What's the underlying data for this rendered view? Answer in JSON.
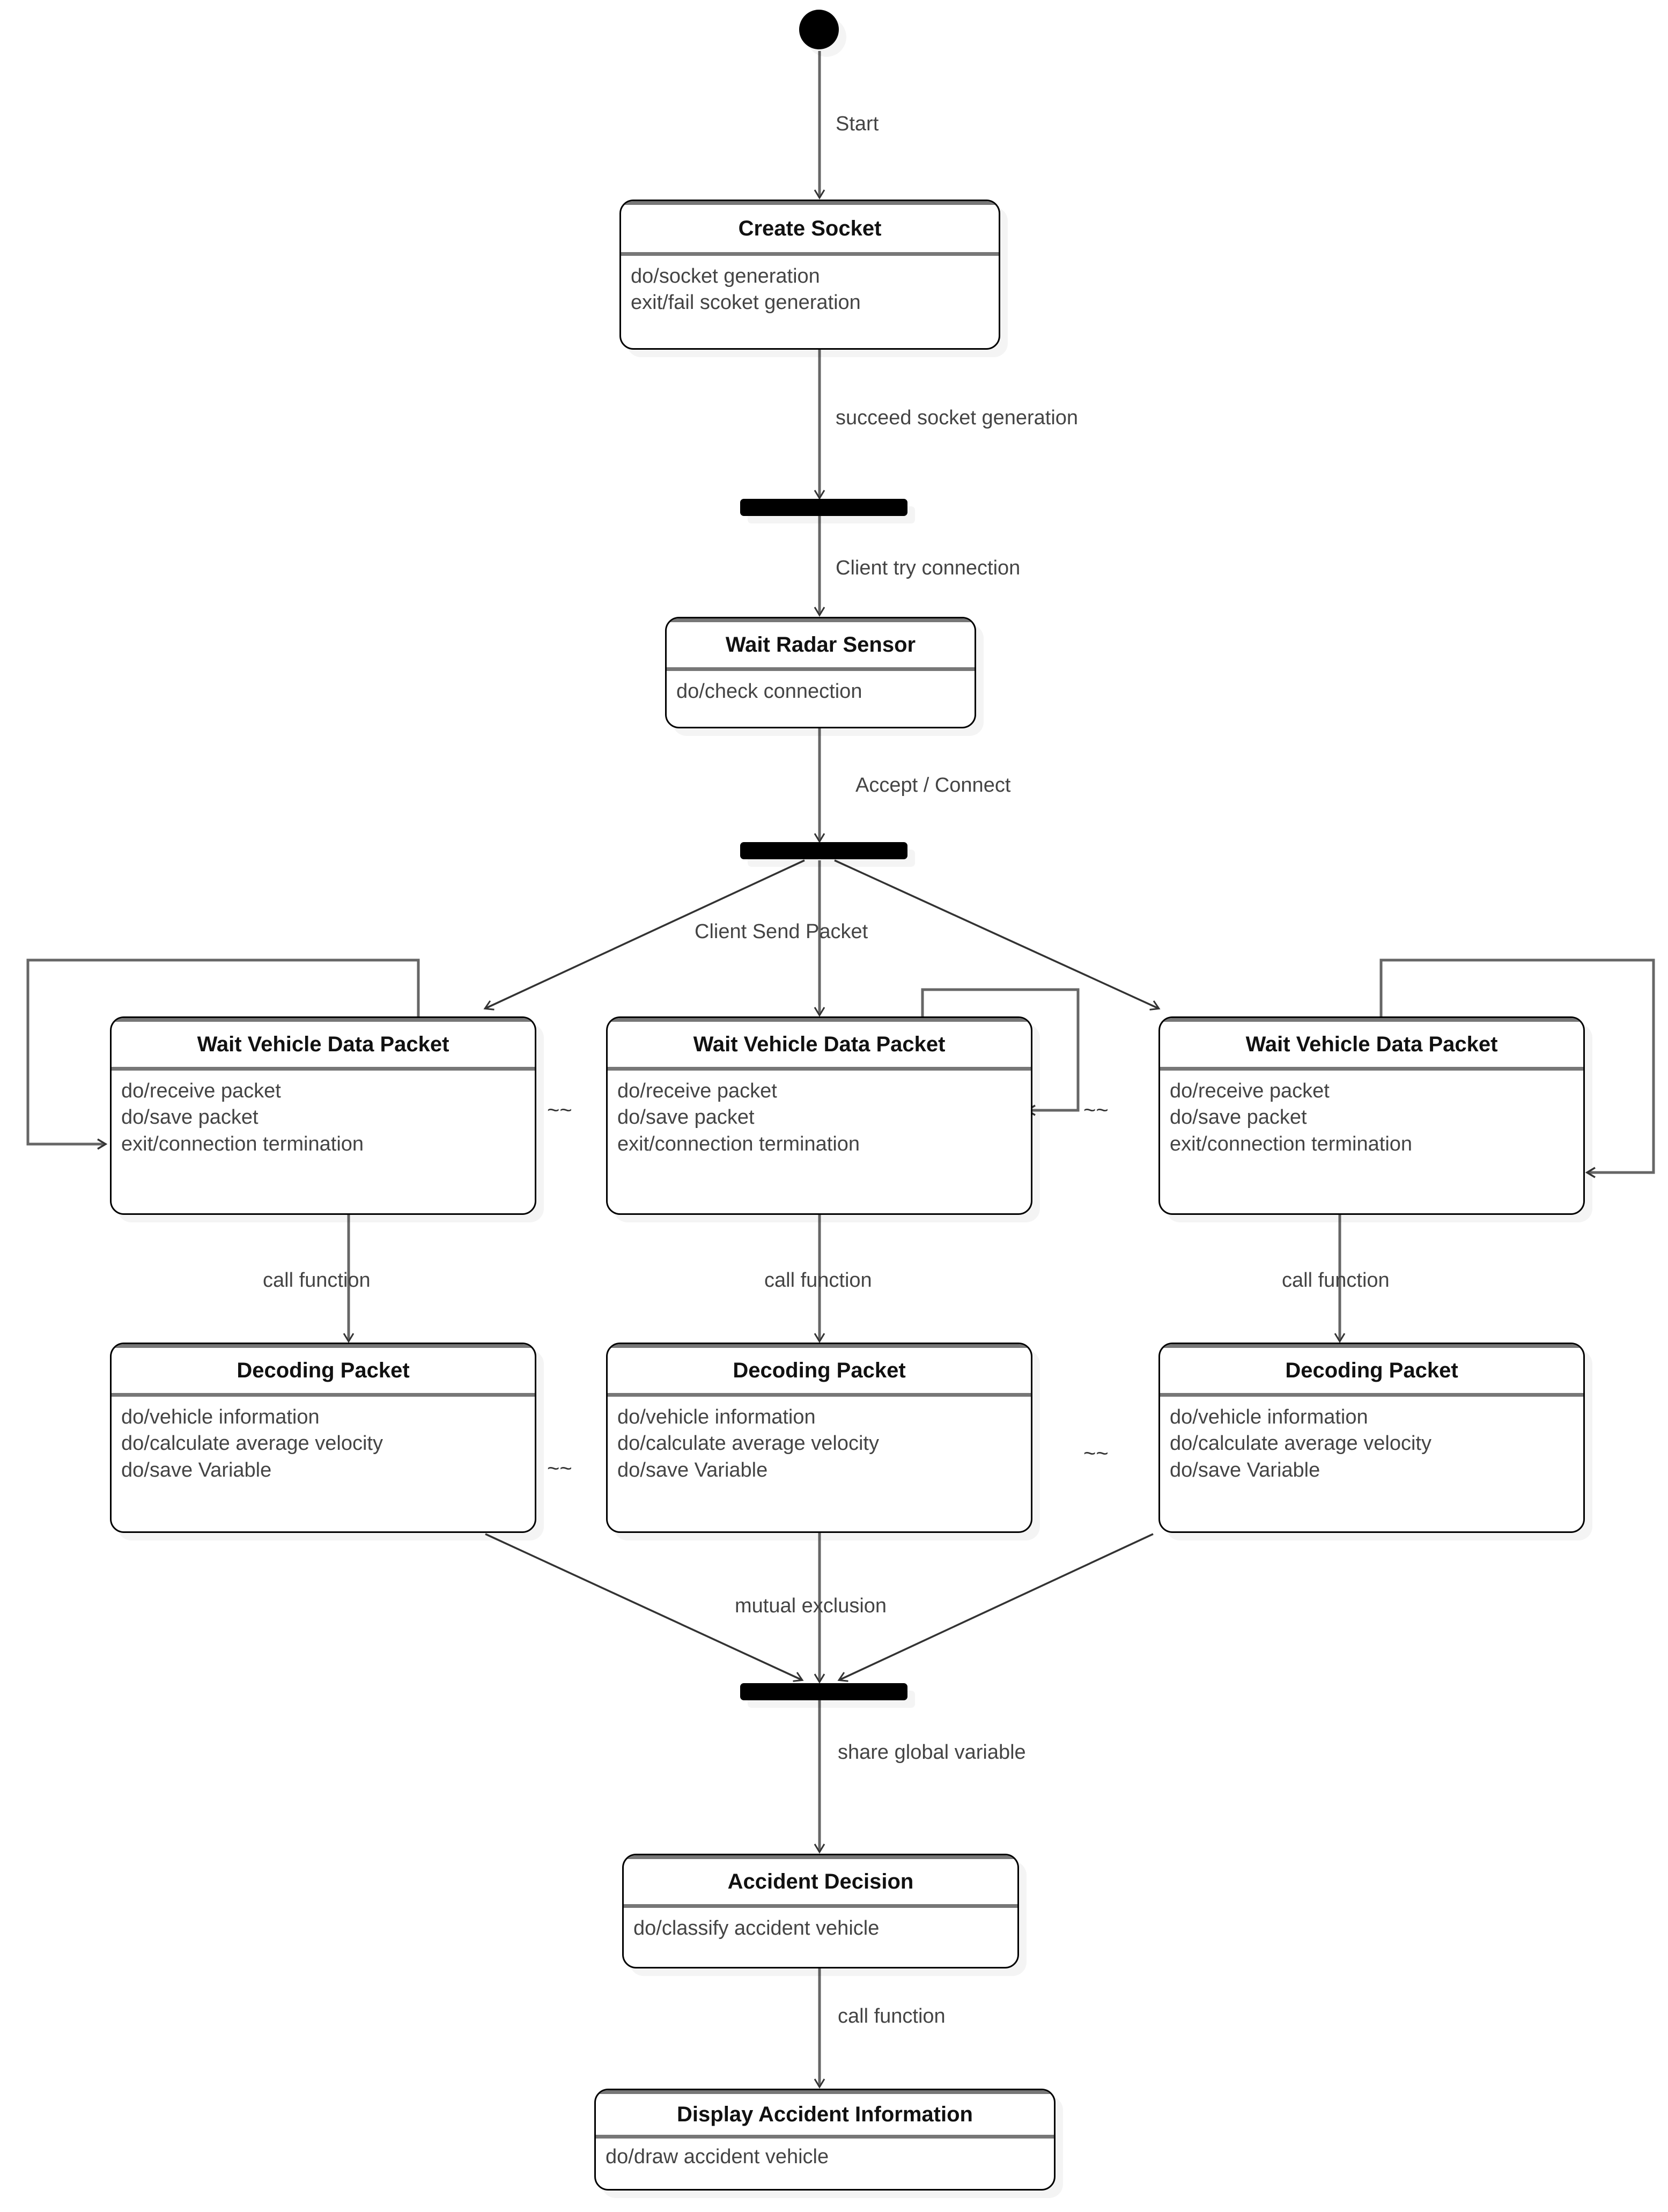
{
  "diagram": {
    "kind": "uml-state-machine",
    "title": "",
    "colors": {
      "line": "#555555",
      "box_border": "#000000",
      "divider": "#777777",
      "text_title": "#111111",
      "text_body": "#444444",
      "label": "#444444",
      "bar_fill": "#000000",
      "background": "#ffffff"
    },
    "nodes": {
      "start": {
        "type": "initial-state",
        "name": "start-node"
      },
      "create_socket": {
        "title": "Create Socket",
        "actions": [
          "do/socket generation",
          "exit/fail scoket generation"
        ]
      },
      "fork_bar_1": {
        "type": "fork-bar",
        "name": "fork-bar-connection"
      },
      "wait_radar_sensor": {
        "title": "Wait Radar Sensor",
        "actions": [
          "do/check connection"
        ]
      },
      "fork_bar_2": {
        "type": "fork-bar",
        "name": "fork-bar-threads"
      },
      "wait_packet_left": {
        "title": "Wait Vehicle Data Packet",
        "actions": [
          "do/receive packet",
          "do/save packet",
          "exit/connection termination"
        ]
      },
      "wait_packet_center": {
        "title": "Wait Vehicle Data Packet",
        "actions": [
          "do/receive packet",
          "do/save packet",
          "exit/connection termination"
        ]
      },
      "wait_packet_right": {
        "title": "Wait Vehicle Data Packet",
        "actions": [
          "do/receive packet",
          "do/save packet",
          "exit/connection termination"
        ]
      },
      "decoding_left": {
        "title": "Decoding Packet",
        "actions": [
          "do/vehicle information",
          "do/calculate average velocity",
          "do/save Variable"
        ]
      },
      "decoding_center": {
        "title": "Decoding Packet",
        "actions": [
          "do/vehicle information",
          "do/calculate average velocity",
          "do/save Variable"
        ]
      },
      "decoding_right": {
        "title": "Decoding Packet",
        "actions": [
          "do/vehicle information",
          "do/calculate average velocity",
          "do/save Variable"
        ]
      },
      "join_bar": {
        "type": "join-bar",
        "name": "join-bar-mutex"
      },
      "accident_decision": {
        "title": "Accident Decision",
        "actions": [
          "do/classify accident vehicle"
        ]
      },
      "display_accident": {
        "title": "Display Accident Information",
        "actions": [
          "do/draw accident vehicle"
        ]
      }
    },
    "transitions": [
      {
        "id": "t_start",
        "label": "Start"
      },
      {
        "id": "t_succeed",
        "label": "succeed socket generation"
      },
      {
        "id": "t_client_try",
        "label": "Client try connection"
      },
      {
        "id": "t_accept_connect",
        "label": "Accept / Connect"
      },
      {
        "id": "t_client_send",
        "label": "Client Send Packet"
      },
      {
        "id": "t_call_fn_left",
        "label": "call function"
      },
      {
        "id": "t_call_fn_center",
        "label": "call function"
      },
      {
        "id": "t_call_fn_right",
        "label": "call function"
      },
      {
        "id": "t_mutual_exclusion",
        "label": "mutual exclusion"
      },
      {
        "id": "t_share_global",
        "label": "share global variable"
      },
      {
        "id": "t_call_fn_bottom",
        "label": "call function"
      }
    ],
    "separators": [
      {
        "id": "sep_wait_1",
        "label": "~~"
      },
      {
        "id": "sep_wait_2",
        "label": "~~"
      },
      {
        "id": "sep_dec_1",
        "label": "~~"
      },
      {
        "id": "sep_dec_2",
        "label": "~~"
      }
    ]
  }
}
